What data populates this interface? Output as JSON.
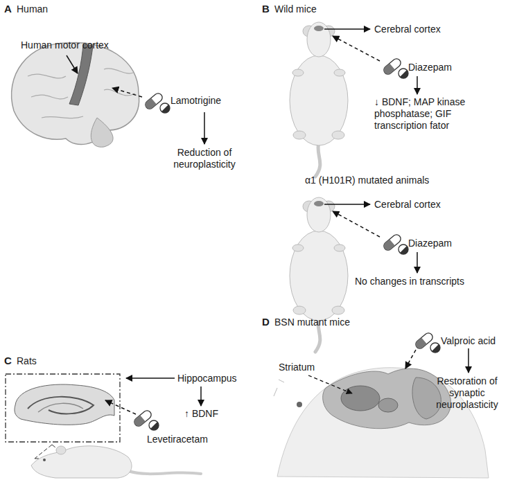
{
  "diagram": {
    "labels": [
      "A",
      "Human",
      "Human motor cortex",
      "Lamotrigine",
      "Reduction of neuroplasticity",
      "B",
      "Wild mice",
      "Cerebral cortex",
      "Diazepam",
      "↓ BDNF; MAP kinase phosphatase; GIF transcription fator",
      "α1 (H101R) mutated animals",
      "Cerebral cortex",
      "Diazepam",
      "No changes in transcripts",
      "C",
      "Rats",
      "Hippocampus",
      "↑ BDNF",
      "Levetiracetam",
      "D",
      "BSN mutant mice",
      "Striatum",
      "Valproic acid",
      "Restoration of synaptic neuroplasticity"
    ]
  }
}
